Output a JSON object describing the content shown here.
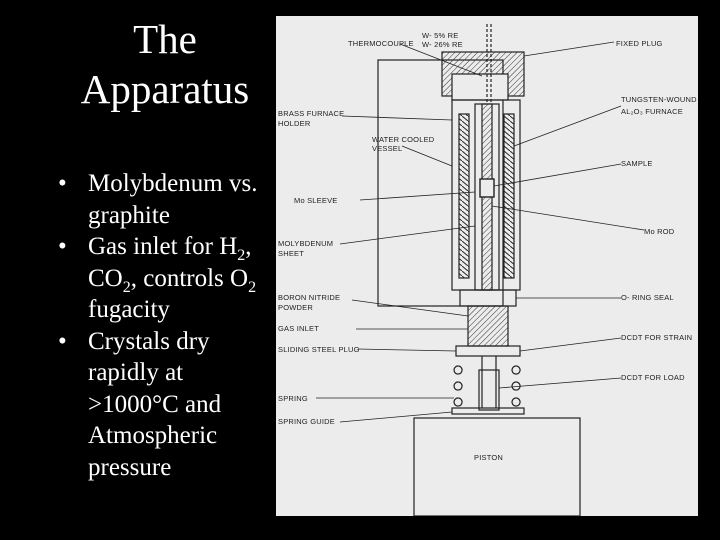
{
  "slide": {
    "title_line1": "The",
    "title_line2": "Apparatus",
    "bullets": {
      "b1": "Molybdenum vs. graphite",
      "b2_pre": "Gas inlet for H",
      "b2_sub1": "2",
      "b2_mid": ", CO",
      "b2_sub2": "2",
      "b2_mid2": ", controls O",
      "b2_sub3": "2",
      "b2_post": " fugacity",
      "b3": "Crystals dry rapidly at >1000°C and Atmospheric pressure"
    }
  },
  "diagram": {
    "labels": {
      "thermocouple": "THERMOCOUPLE",
      "tc_w5": "W- 5% RE",
      "tc_w26": "W- 26% RE",
      "fixed_plug": "FIXED PLUG",
      "brass_1": "BRASS FURNACE",
      "brass_2": "HOLDER",
      "water_1": "WATER COOLED",
      "water_2": "VESSEL",
      "tungsten_1": "TUNGSTEN-WOUND",
      "tungsten_2": "AL₂O₃ FURNACE",
      "sample": "SAMPLE",
      "mo_sleeve": "Mo  SLEEVE",
      "mo_rod": "Mo  ROD",
      "moly_1": "MOLYBDENUM",
      "moly_2": "SHEET",
      "boron_1": "BORON NITRIDE",
      "boron_2": "POWDER",
      "oring": "O- RING SEAL",
      "gas_inlet": "GAS INLET",
      "sliding": "SLIDING STEEL PLUG",
      "dcdt_strain": "DCDT  FOR STRAIN",
      "dcdt_load": "DCDT  FOR LOAD",
      "spring": "SPRING",
      "spring_guide": "SPRING GUIDE",
      "piston": "PISTON"
    }
  }
}
